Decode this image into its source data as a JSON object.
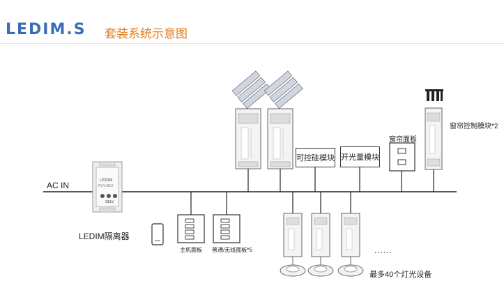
{
  "header": {
    "brand": "LEDIM.S",
    "title": "套装系统示意图"
  },
  "labels": {
    "ac_in": "AC IN",
    "isolator": "LEDIM隔离器",
    "main_panel": "主机面板",
    "normal_panel": "普通/无线面板*5",
    "scr_module": "可控硅模块",
    "switch_module": "开光量模块",
    "curtain_panel": "窗帘面板",
    "curtain_module": "窗帘控制模块*2",
    "dots": "......",
    "max_devices": "最多40个灯光设备"
  },
  "device_text": {
    "isolator_brand": "LEDIM",
    "isolator_model": "PLN-M13",
    "isolator_selv": "SELV"
  }
}
